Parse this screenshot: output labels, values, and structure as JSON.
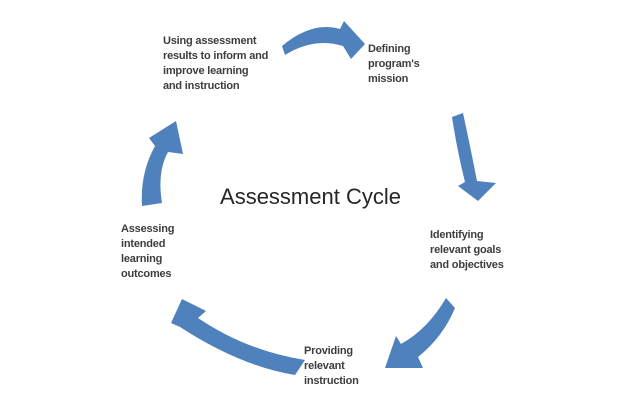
{
  "title": "Assessment Cycle",
  "colors": {
    "arrow_fill": "#4f81bd",
    "label_text": "#3d3d3d",
    "title_text": "#262626",
    "background": "#ffffff"
  },
  "diagram": {
    "kind": "circular-cycle-diagram",
    "steps": [
      {
        "id": "defining-mission",
        "lines": [
          "Defining",
          "program's",
          "mission"
        ]
      },
      {
        "id": "identifying-goals",
        "lines": [
          "Identifying",
          "relevant goals",
          "and objectives"
        ]
      },
      {
        "id": "providing-instruction",
        "lines": [
          "Providing",
          "relevant",
          "instruction"
        ]
      },
      {
        "id": "assessing-outcomes",
        "lines": [
          "Assessing",
          "intended",
          "learning",
          "outcomes"
        ]
      },
      {
        "id": "using-results",
        "lines": [
          "Using assessment",
          "results to inform and",
          "improve learning",
          "and instruction"
        ]
      }
    ],
    "arrows": [
      {
        "id": "arrow-using-to-defining",
        "from": "using-results",
        "to": "defining-mission"
      },
      {
        "id": "arrow-defining-to-identifying",
        "from": "defining-mission",
        "to": "identifying-goals"
      },
      {
        "id": "arrow-identifying-to-providing",
        "from": "identifying-goals",
        "to": "providing-instruction"
      },
      {
        "id": "arrow-providing-to-assessing",
        "from": "providing-instruction",
        "to": "assessing-outcomes"
      },
      {
        "id": "arrow-assessing-to-using",
        "from": "assessing-outcomes",
        "to": "using-results"
      }
    ]
  }
}
